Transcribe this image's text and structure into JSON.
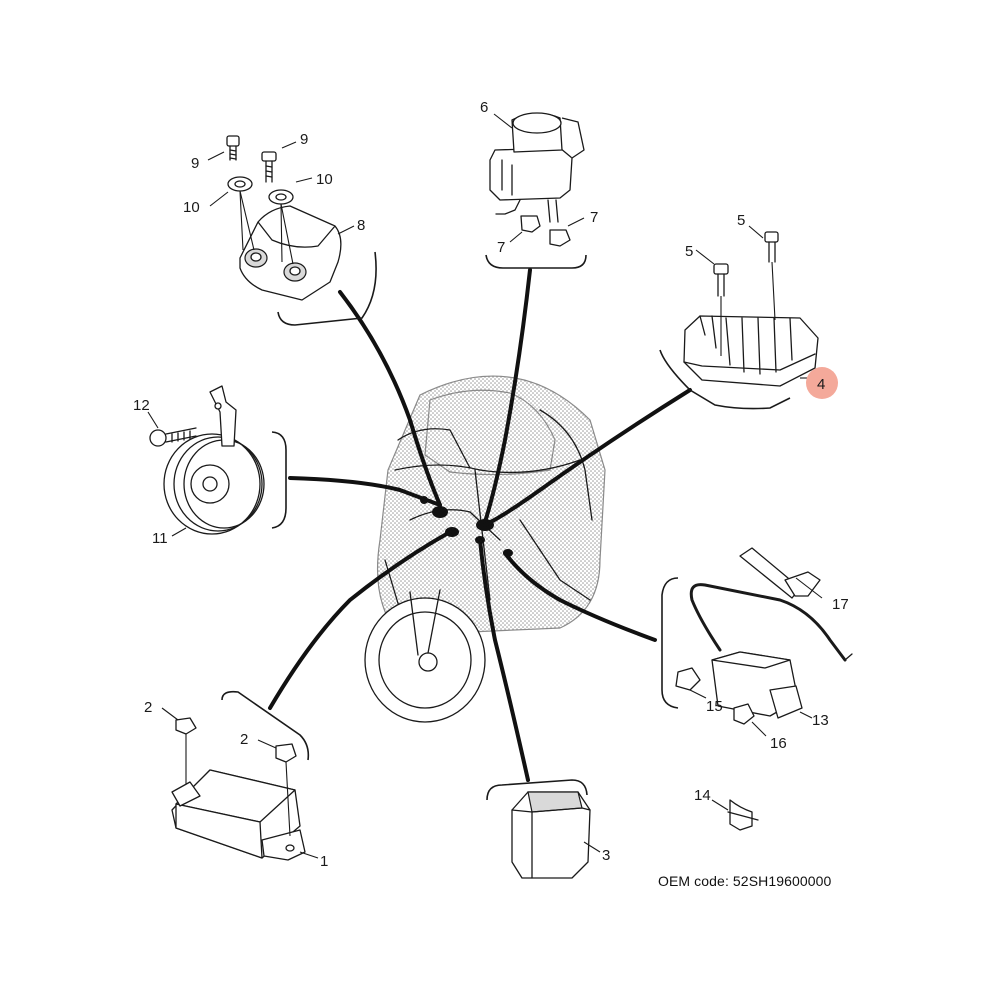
{
  "diagram": {
    "callouts": [
      {
        "id": "c1",
        "label": "1"
      },
      {
        "id": "c2a",
        "label": "2"
      },
      {
        "id": "c2b",
        "label": "2"
      },
      {
        "id": "c3",
        "label": "3"
      },
      {
        "id": "c4",
        "label": "4",
        "highlight": "#f4a99a"
      },
      {
        "id": "c5a",
        "label": "5"
      },
      {
        "id": "c5b",
        "label": "5"
      },
      {
        "id": "c6",
        "label": "6"
      },
      {
        "id": "c7a",
        "label": "7"
      },
      {
        "id": "c7b",
        "label": "7"
      },
      {
        "id": "c8",
        "label": "8"
      },
      {
        "id": "c9a",
        "label": "9"
      },
      {
        "id": "c9b",
        "label": "9"
      },
      {
        "id": "c10a",
        "label": "10"
      },
      {
        "id": "c10b",
        "label": "10"
      },
      {
        "id": "c11",
        "label": "11"
      },
      {
        "id": "c12",
        "label": "12"
      },
      {
        "id": "c13",
        "label": "13"
      },
      {
        "id": "c14",
        "label": "14"
      },
      {
        "id": "c15",
        "label": "15"
      },
      {
        "id": "c16",
        "label": "16"
      },
      {
        "id": "c17",
        "label": "17"
      }
    ],
    "oem_code": "OEM code: 52SH19600000",
    "colors": {
      "highlight": "#f4a99a",
      "line": "#1a1a1a",
      "ghost_dots": "#9a9a9a"
    }
  }
}
